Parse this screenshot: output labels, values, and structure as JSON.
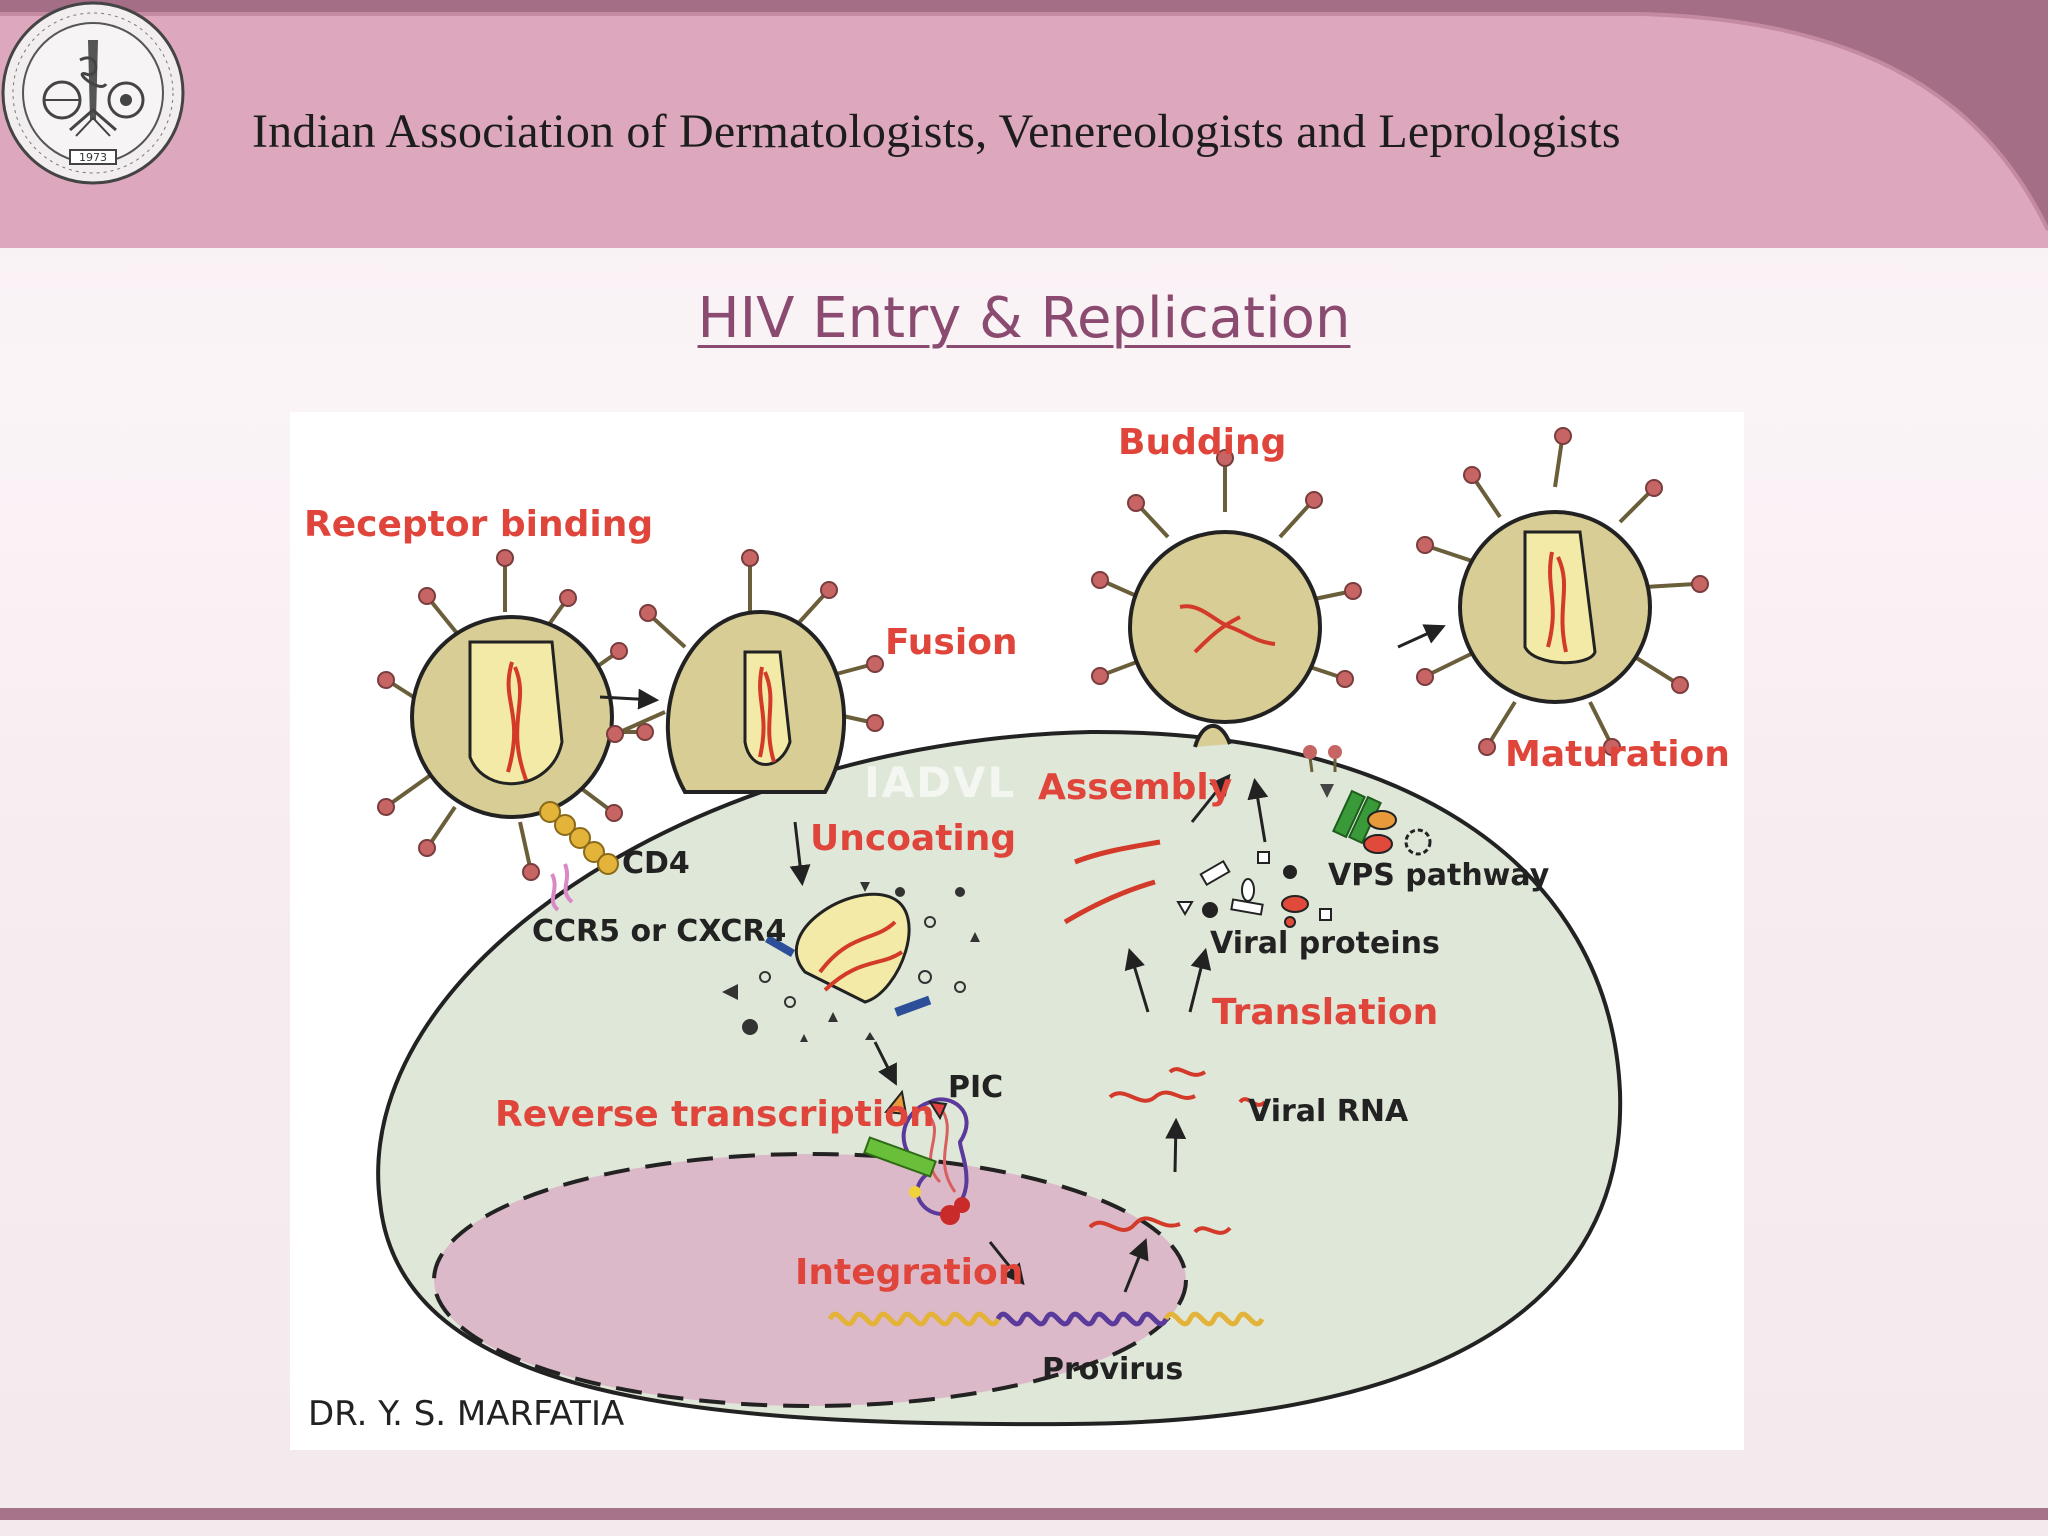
{
  "header": {
    "org_name": "Indian Association of Dermatologists, Venereologists and Leprologists",
    "seal_year": "1973"
  },
  "slide": {
    "title": "HIV Entry & Replication"
  },
  "figure": {
    "watermark": "IADVL",
    "author": "DR. Y. S. MARFATIA",
    "stage_labels": {
      "receptor_binding": "Receptor binding",
      "fusion": "Fusion",
      "uncoating": "Uncoating",
      "reverse_transcription": "Reverse transcription",
      "integration": "Integration",
      "translation": "Translation",
      "assembly": "Assembly",
      "budding": "Budding",
      "maturation": "Maturation"
    },
    "component_labels": {
      "cd4": "CD4",
      "coreceptor": "CCR5 or CXCR4",
      "pic": "PIC",
      "viral_rna": "Viral RNA",
      "viral_proteins": "Viral proteins",
      "vps_pathway": "VPS pathway",
      "provirus": "Provirus"
    }
  },
  "colors": {
    "header_pink": "#dda8bd",
    "header_dark": "#a46e86",
    "title": "#8b4a70",
    "label_red": "#e0453b",
    "virus_fill": "#d8cd94",
    "cell_fill": "#dfe7d8",
    "nucleus_fill": "#dcb9c8"
  }
}
